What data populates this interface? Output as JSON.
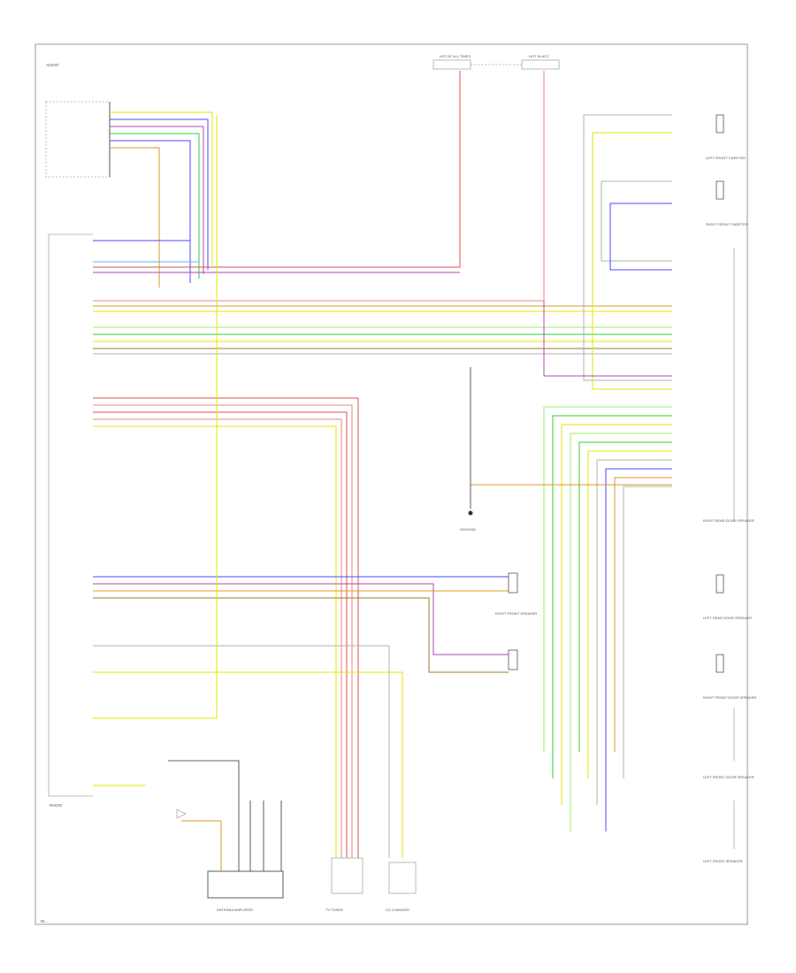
{
  "diagram": {
    "corner_label": "AUDIO",
    "footer_code": "W..."
  },
  "components": {
    "radio_frame": "RADIO",
    "antenna_amplifier": "ANTENNA AMPLIFIER",
    "tv_tuner": "TV TUNER",
    "cd_changer": "CD CHANGER",
    "ground_main": "GROUND",
    "left_front_tweeter": "LEFT FRONT TWEETER",
    "right_front_tweeter": "RIGHT FRONT TWEETER",
    "right_rear_door_speaker": "RIGHT REAR DOOR SPEAKER",
    "left_rear_door_speaker": "LEFT REAR DOOR SPEAKER",
    "right_front_door_speaker": "RIGHT FRONT DOOR SPEAKER",
    "left_front_door_speaker": "LEFT FRONT DOOR SPEAKER",
    "right_front_speaker": "RIGHT FRONT SPEAKER",
    "left_front_speaker": "LEFT FRONT SPEAKER",
    "hot_at_all_times": "HOT AT ALL TIMES",
    "hot_in_acc": "HOT IN ACC"
  },
  "wire_colors": {
    "red": "#d9534f",
    "pink": "#f08080",
    "yellow": "#e6e600",
    "green": "#33cc33",
    "lightgreen": "#99ee66",
    "blue": "#4a4aff",
    "violet": "#b04ab0",
    "orange": "#d99a2b",
    "brown": "#a0782a",
    "gray": "#b0b0b0",
    "black": "#333333",
    "cyan": "#55bbee"
  }
}
